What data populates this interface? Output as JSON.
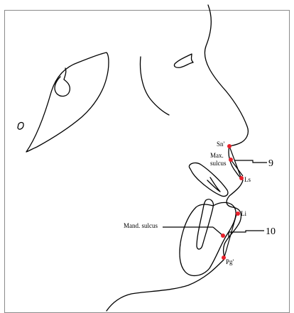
{
  "labels": {
    "sn": "Sn'",
    "max_sulcus_1": "Max.",
    "max_sulcus_2": "sulcus",
    "ls": "Ls",
    "li": "Li",
    "mand_sulcus": "Mand. sulcus",
    "pg": "Pg'",
    "angle_9": "9",
    "angle_10": "10"
  },
  "colors": {
    "line": "#000000",
    "landmark": "#e8202a",
    "border": "#8a8a8a"
  }
}
